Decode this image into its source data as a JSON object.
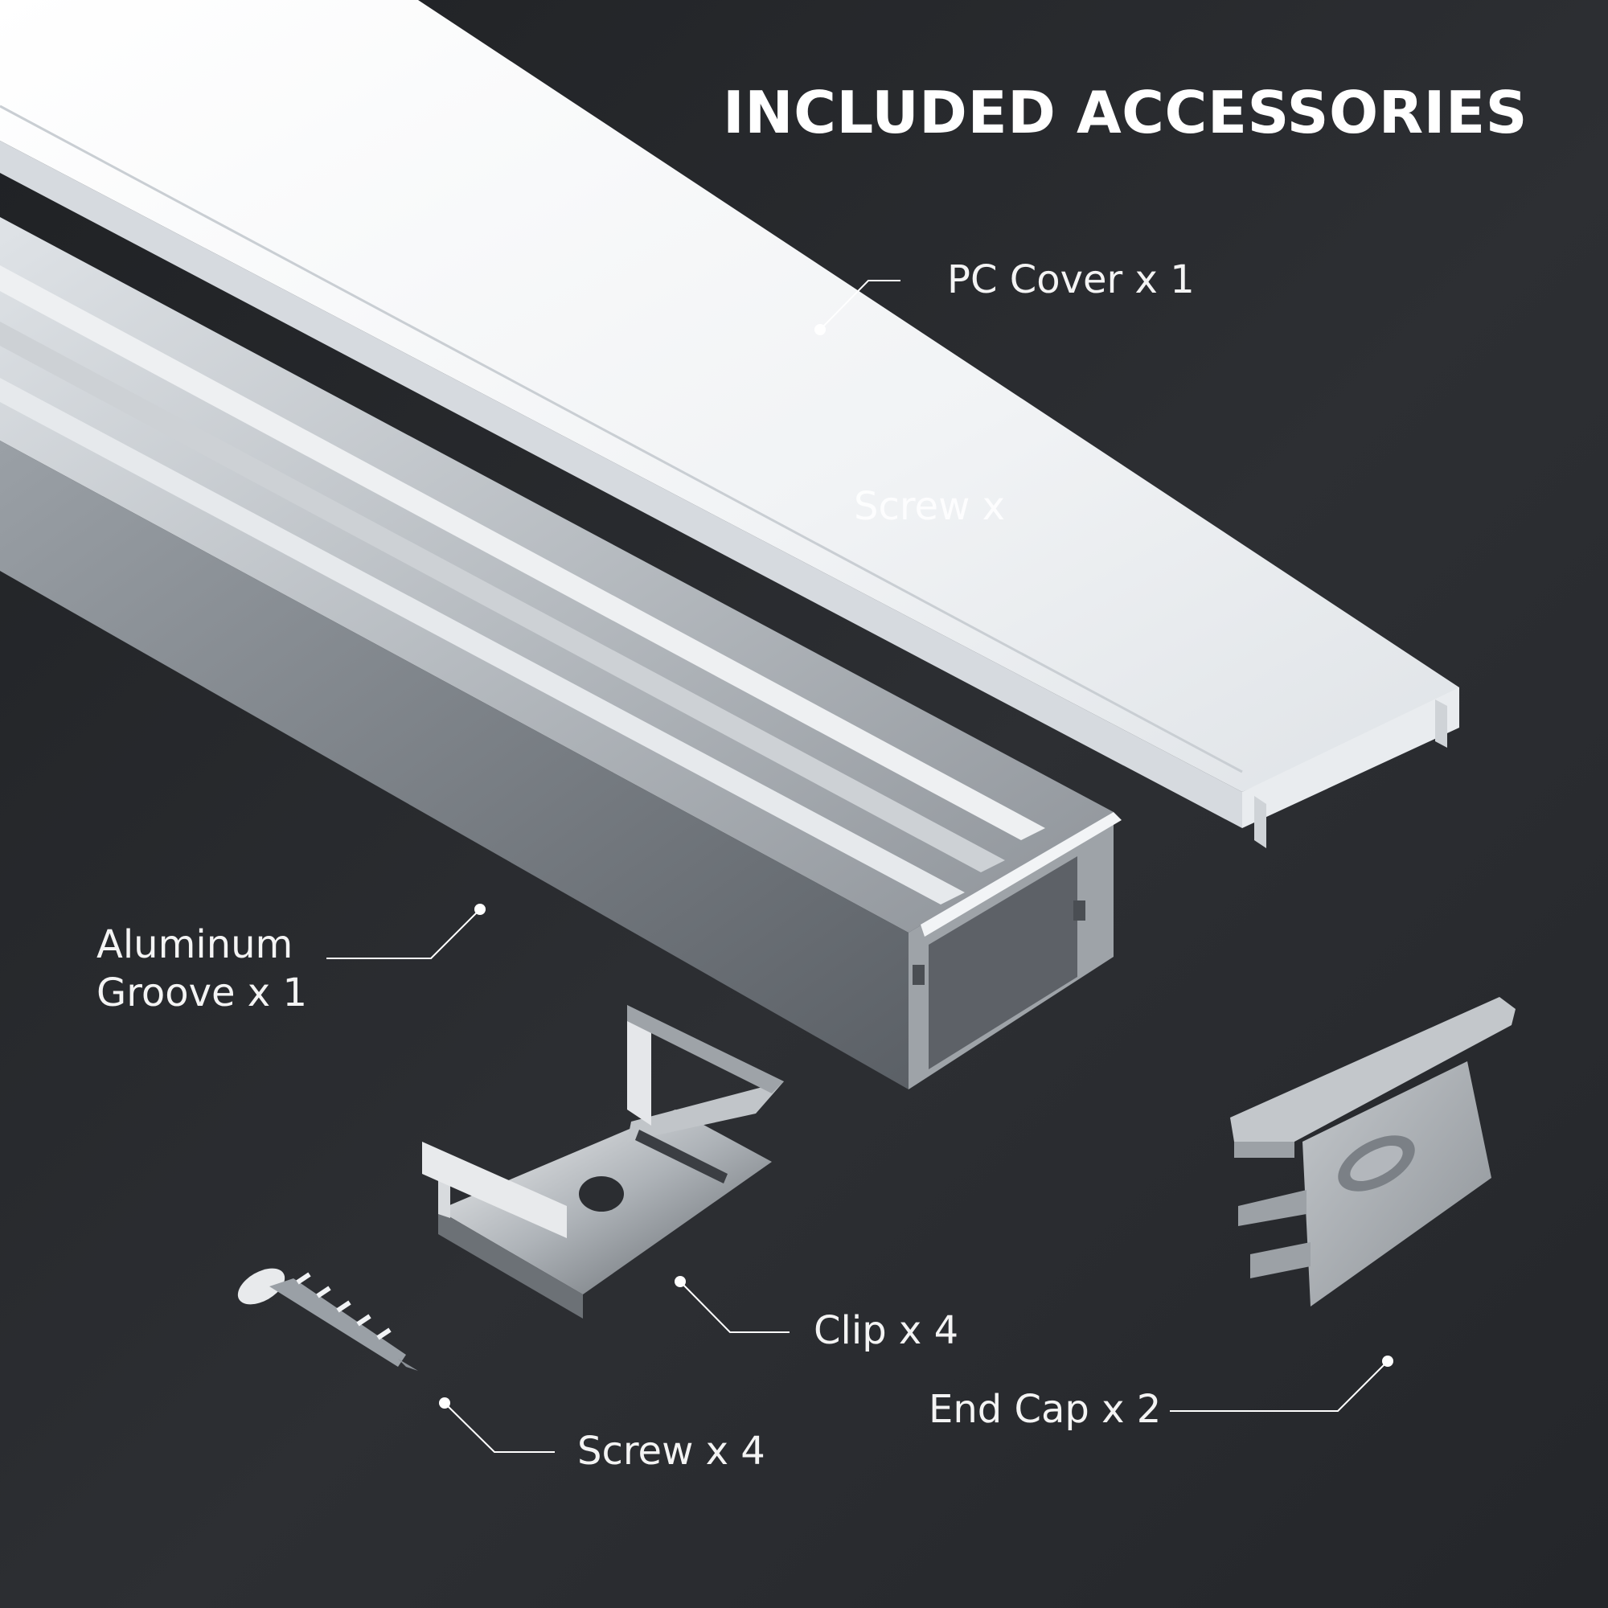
{
  "header": {
    "title": "INCLUDED ACCESSORIES"
  },
  "labels": {
    "pc_cover": "PC Cover x 1",
    "aluminum_line1": "Aluminum",
    "aluminum_line2": "Groove x 1",
    "clip": "Clip x 4",
    "screw": "Screw x 4",
    "end_cap": "End Cap x 2",
    "ghost_screw": "Screw x"
  },
  "colors": {
    "background": "#2a2c30",
    "cover": "#f2f4f6",
    "aluminum": "#c4c8cc",
    "end_cap": "#a9adb1",
    "callout": "#ffffff"
  }
}
